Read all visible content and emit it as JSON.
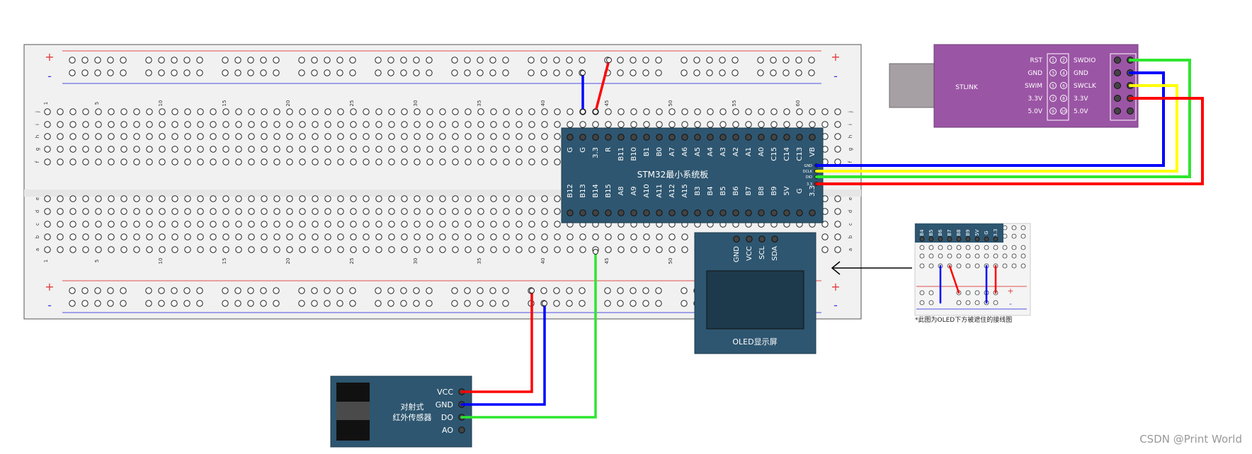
{
  "breadboard": {
    "top_numbers": [
      "1",
      "5",
      "10",
      "15",
      "20",
      "25",
      "30",
      "35",
      "40",
      "45",
      "50",
      "55",
      "60"
    ],
    "row_letters_upper": [
      "j",
      "i",
      "h",
      "g",
      "f"
    ],
    "row_letters_lower": [
      "e",
      "d",
      "c",
      "b",
      "a"
    ],
    "plus": "+",
    "minus": "-"
  },
  "stm32": {
    "title": "STM32最小系统板",
    "top_pins": [
      "G",
      "G",
      "3.3",
      "R",
      "B11",
      "B10",
      "B1",
      "B0",
      "A7",
      "A6",
      "A5",
      "A4",
      "A3",
      "A2",
      "A1",
      "A0",
      "C15",
      "C14",
      "C13",
      "VB"
    ],
    "bottom_pins": [
      "B12",
      "B13",
      "B14",
      "B15",
      "A8",
      "A9",
      "A10",
      "A11",
      "A12",
      "A15",
      "B3",
      "B4",
      "B5",
      "B6",
      "B7",
      "B8",
      "B9",
      "5V",
      "G",
      "3.3"
    ],
    "swd_pins": [
      "GND",
      "DCLK",
      "DIO",
      "3.3"
    ]
  },
  "stlink": {
    "label": "STLINK",
    "left_labels": [
      "RST",
      "GND",
      "SWIM",
      "3.3V",
      "5.0V"
    ],
    "right_labels": [
      "SWDIO",
      "GND",
      "SWCLK",
      "3.3V",
      "5.0V"
    ],
    "pin_numbers": [
      "1",
      "2",
      "3",
      "4",
      "5",
      "6",
      "7",
      "8",
      "9",
      "10"
    ]
  },
  "oled": {
    "label": "OLED显示屏",
    "pins": [
      "GND",
      "VCC",
      "SCL",
      "SDA"
    ]
  },
  "sensor": {
    "label_line1": "对射式",
    "label_line2": "红外传感器",
    "pins": [
      "VCC",
      "GND",
      "DO",
      "AO"
    ]
  },
  "inset": {
    "pins": [
      "B4",
      "B5",
      "B6",
      "B7",
      "B8",
      "B9",
      "5V",
      "G",
      "3.3"
    ],
    "caption": "*此图为OLED下方被遮住的接线图",
    "plus": "+",
    "minus": "-"
  },
  "watermark": "CSDN @Print World",
  "colors": {
    "wire_red": "#ff0000",
    "wire_blue": "#0000ff",
    "wire_green": "#2ee62e",
    "wire_yellow": "#ffff00",
    "board_blue": "#2e5670",
    "stlink_purple": "#9b55a5"
  }
}
